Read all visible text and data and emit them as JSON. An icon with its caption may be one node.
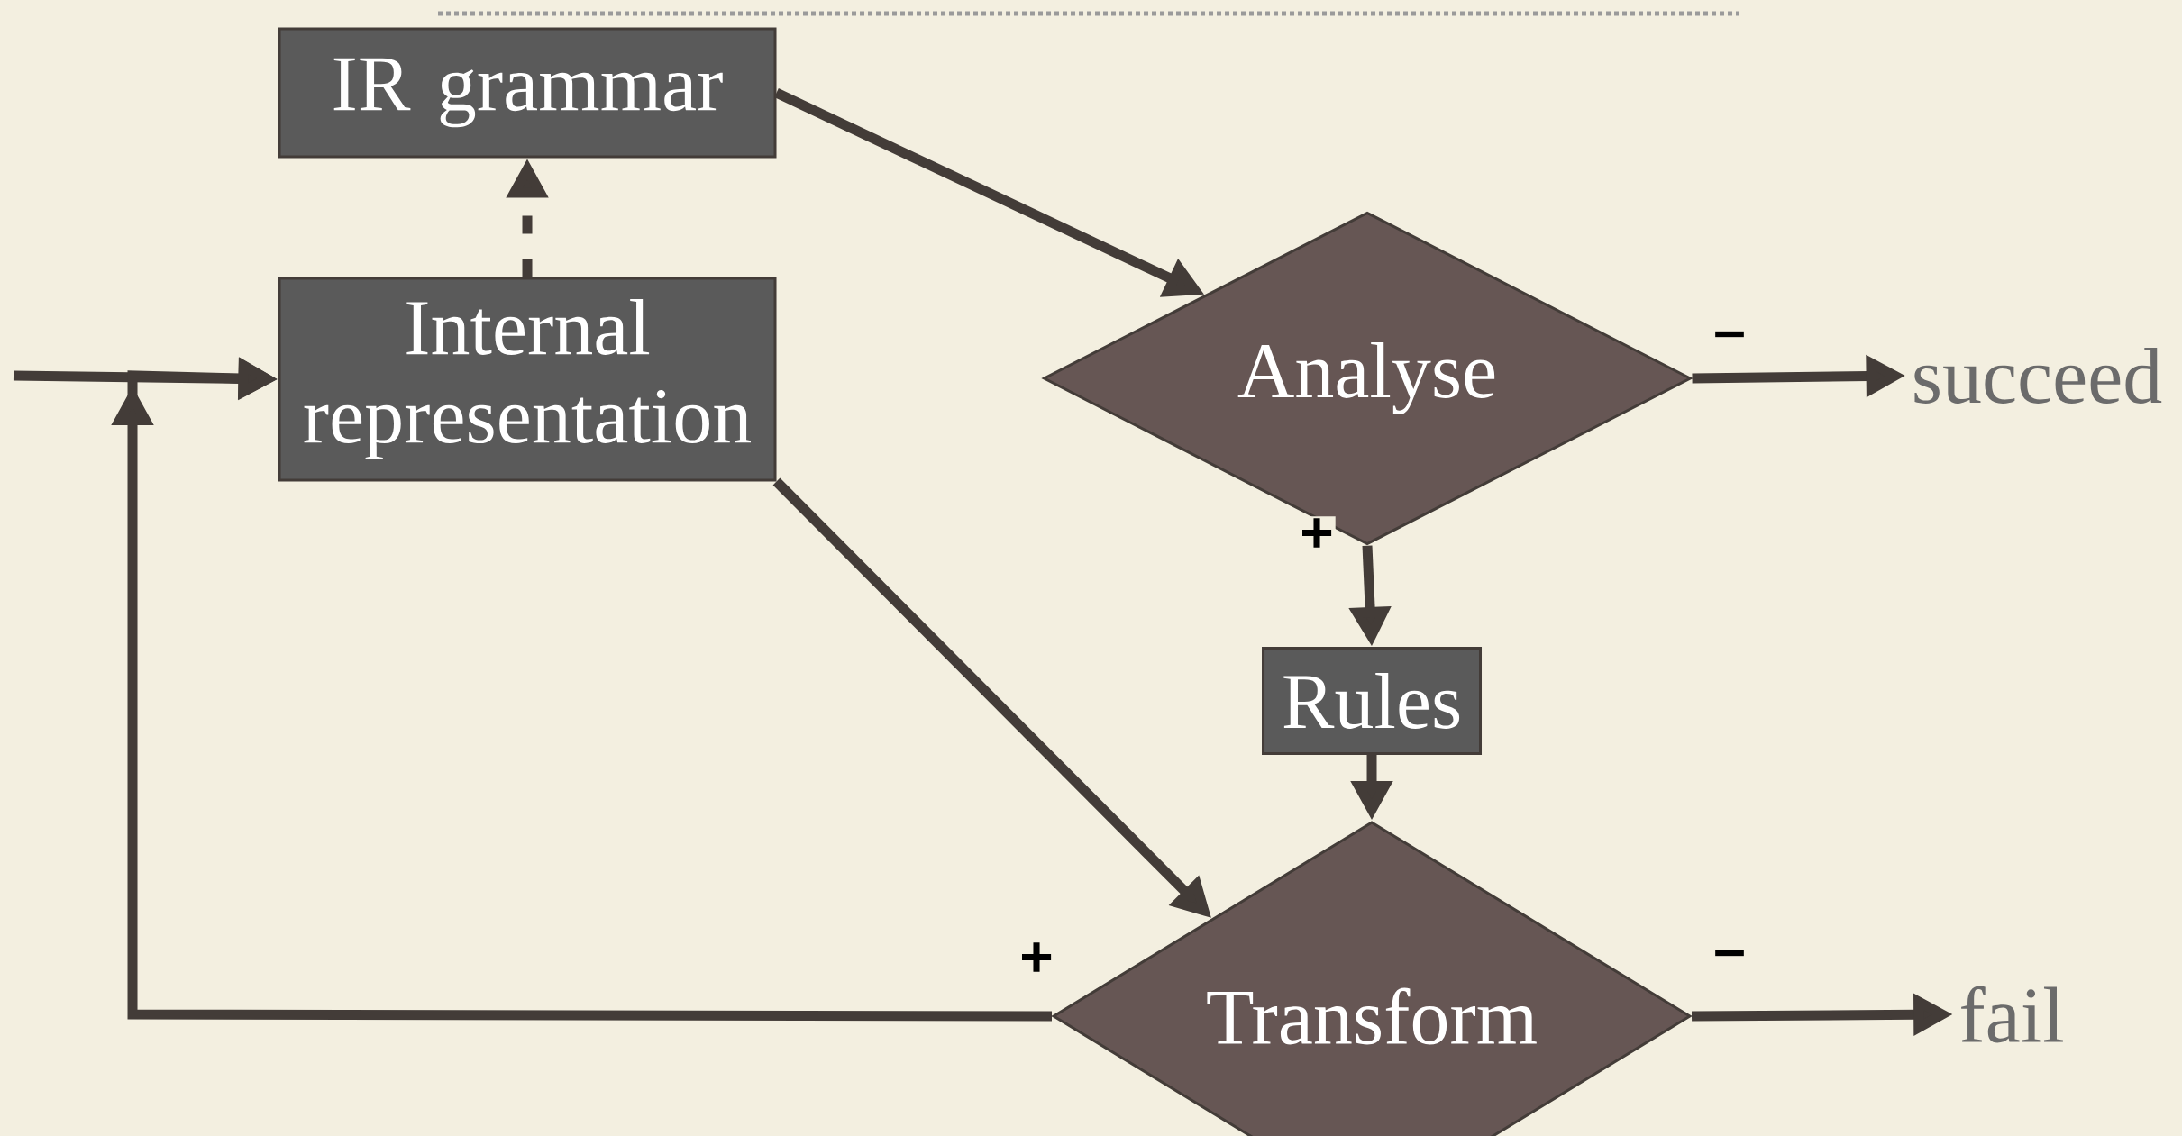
{
  "diagram": {
    "nodes": [
      {
        "text": [
          "IR grammar"
        ]
      },
      {
        "text": [
          "Internal representation"
        ]
      },
      {
        "text": [
          "Analyse"
        ]
      },
      {
        "text": [
          "Rules"
        ]
      },
      {
        "text": [
          "Transform"
        ]
      },
      {
        "text": [
          "succeed"
        ]
      },
      {
        "text": [
          "fail"
        ]
      }
    ],
    "edges": [
      {
        "from": 1,
        "to": 0,
        "arrow": "to",
        "style": "dashed"
      },
      {
        "from": 0,
        "to": 2,
        "arrow": "to"
      },
      {
        "from": null,
        "to": 1,
        "arrow": "to"
      },
      {
        "from": 2,
        "to": 5,
        "arrow": "to",
        "label": "–"
      },
      {
        "from": 2,
        "to": 3,
        "arrow": "to",
        "label": "+"
      },
      {
        "from": 3,
        "to": 4,
        "arrow": "to"
      },
      {
        "from": 1,
        "to": 4,
        "arrow": "to"
      },
      {
        "from": 4,
        "to": 1,
        "arrow": "to",
        "label": "+"
      },
      {
        "from": 4,
        "to": 6,
        "arrow": "to",
        "label": "–"
      }
    ]
  }
}
